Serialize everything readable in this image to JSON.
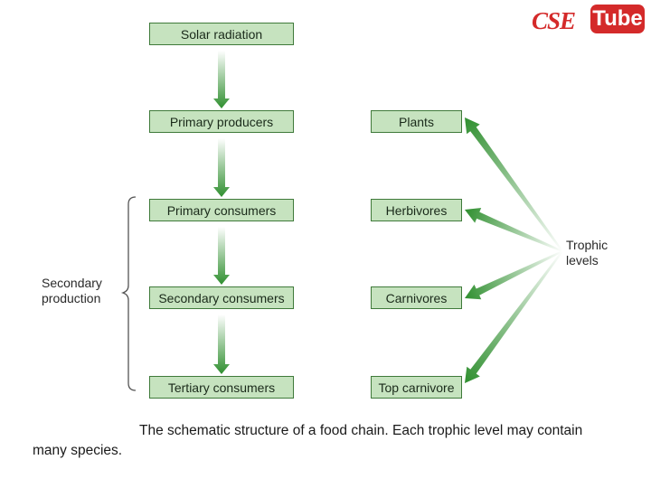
{
  "logo": {
    "part1": "CSE",
    "part2": "Tube"
  },
  "chain": [
    "Solar radiation",
    "Primary producers",
    "Primary consumers",
    "Secondary consumers",
    "Tertiary consumers"
  ],
  "levels": [
    "Plants",
    "Herbivores",
    "Carnivores",
    "Top carnivore"
  ],
  "secondary_production": {
    "line1": "Secondary",
    "line2": "production"
  },
  "trophic_label": {
    "line1": "Trophic",
    "line2": "levels"
  },
  "caption": "The schematic structure of a food chain. Each trophic level may contain many species.",
  "colors": {
    "box_fill": "#c6e3bf",
    "box_border": "#3f7a3a",
    "arrow_green": "#3f9b3f"
  }
}
